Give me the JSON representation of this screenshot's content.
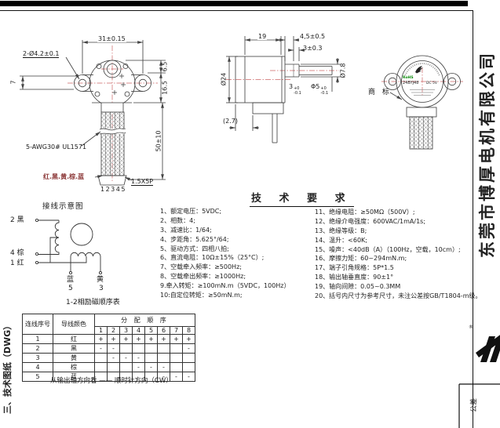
{
  "sheet": {
    "left_margin_label": "三、技术图纸（DWG）",
    "company_name_vertical": "东莞市博厚电机有限公司",
    "registered_mark": "®",
    "tolerance_block_label": "公差"
  },
  "front_view": {
    "dim_width_top": "31±0.15",
    "dim_mount_holes": "2-Ø4.2±0.1",
    "dim_offset_7": "7",
    "dim_6_5": "6.5",
    "dim_16_5": "16.5",
    "dim_lead_length": "50±10",
    "lead_wire_spec": "5-AWG30# UL1571",
    "lead_wire_colors": "红.黑.黄.棕.蓝",
    "lead_wire_numbers": "12345",
    "dim_connector_pitch": "1.5X5P"
  },
  "side_view": {
    "dim_body_length": "19",
    "dim_shaft_4_5": "4,5±0.5",
    "dim_shaft_3": "3±0.3",
    "dim_body_dia": "Ø24",
    "dim_boss_dia": "Ø7.8",
    "dim_flat": {
      "value": "3",
      "tol_upper": "+0",
      "tol_lower": "-0.1"
    },
    "dim_shaft_dia": {
      "value": "Φ5",
      "tol_upper": "+0",
      "tol_lower": "-0.1"
    },
    "dim_ref_2_7": "(2.7)"
  },
  "rear_view": {
    "label_pointer": "商 标",
    "sticker": {
      "rohs": "RoHS",
      "model": "24BYJ48",
      "rating": "DC 5V"
    }
  },
  "tech_requirements": {
    "title": "技 术 要 求",
    "left_items": [
      "1、额定电压：5VDC;",
      "2、相数：4;",
      "3、减速比：1/64;",
      "4、步距角：5.625°/64;",
      "5、驱动方式：四相八拍;",
      "6、直流电阻：10Ω±15%（25°C）;",
      "7、空载牵入频率：≥500Hz;",
      "8、空载牵出频率：≥1000Hz;",
      "9.牵入转矩：≥100mN.m（5VDC，100Hz）",
      "10:自定位转矩：≥50mN.m;"
    ],
    "right_items": [
      "11、绝缘电阻：≥50MΩ（500V）;",
      "12、绝缘介电强度：600VAC/1mA/1s;",
      "13、绝缘等级：B;",
      "14、温升：<60K;",
      "15、噪声：<40dB（A）（100Hz，空载，10cm）;",
      "16、摩擦力矩：60~294mN.m;",
      "17、端子引角规格：5P*1.5",
      "18、输出轴垂直度：90±1°",
      "19、轴向间隙：0.05~0.3MM",
      "20、括号内尺寸为参考尺寸，未注公差按GB/T1804-m级。"
    ]
  },
  "wiring": {
    "title": "接线示意图",
    "terminal_2": "2 黑",
    "terminal_4": "4 棕",
    "terminal_1": "1 红",
    "terminal_5_color": "蓝",
    "terminal_5_num": "5",
    "terminal_3_color": "黄",
    "terminal_3_num": "3",
    "caption": "1-2相励磁顺序表"
  },
  "sequence_table": {
    "col_wire_no": "连线序号",
    "col_wire_color": "导线颜色",
    "col_sequence": "分 配 顺 序",
    "step_headers": [
      "1",
      "2",
      "3",
      "4",
      "5",
      "6",
      "7",
      "8"
    ],
    "rows": [
      {
        "no": "1",
        "color": "红",
        "steps": [
          "+",
          "+",
          "+",
          "+",
          "+",
          "+",
          "+",
          "+"
        ]
      },
      {
        "no": "2",
        "color": "黑",
        "steps": [
          "-",
          "-",
          "",
          "",
          "",
          "",
          "",
          "-"
        ]
      },
      {
        "no": "3",
        "color": "黄",
        "steps": [
          "",
          "-",
          "-",
          "-",
          "",
          "",
          "",
          ""
        ]
      },
      {
        "no": "4",
        "color": "棕",
        "steps": [
          "",
          "",
          "",
          "-",
          "-",
          "-",
          "",
          ""
        ]
      },
      {
        "no": "5",
        "color": "蓝",
        "steps": [
          "",
          "",
          "",
          "",
          "",
          "-",
          "-",
          "-"
        ]
      }
    ],
    "note": "从输出轴方向看 —— 顺时针方向（CW）"
  }
}
